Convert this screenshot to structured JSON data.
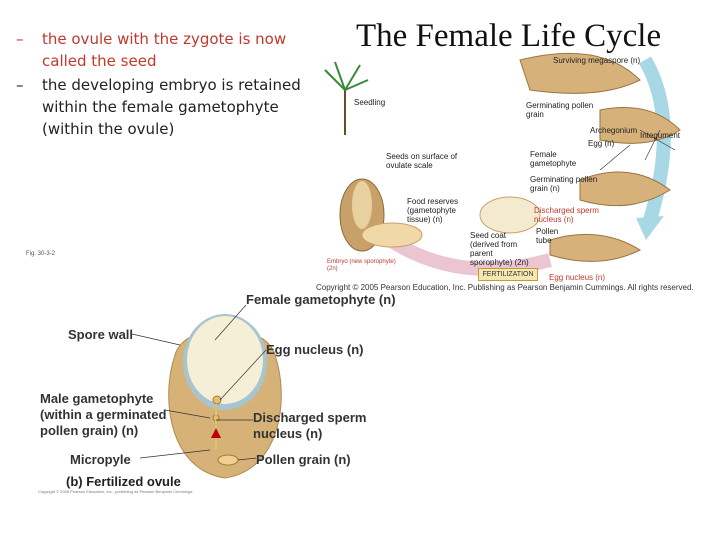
{
  "bullets": [
    {
      "text": "the ovule with the zygote is now called the seed",
      "dash": "–"
    },
    {
      "text": "the  developing embryo is retained within the female gametophyte (within the ovule)",
      "dash": "–"
    }
  ],
  "title": "The Female Life Cycle",
  "labels_top": {
    "surviving": "Surviving megaspore (n)",
    "seedling": "Seedling",
    "germinating": "Germinating pollen grain",
    "archegonium": "Archegonium",
    "integument": "Integument",
    "egg": "Egg (n)",
    "female_gam": "Female gametophyte",
    "seeds": "Seeds on surface of ovulate scale",
    "germ_n": "Germinating pollen grain (n)",
    "food": "Food reserves (gametophyte tissue) (n)",
    "discharged": "Discharged sperm nucleus (n)",
    "pollen_tube": "Pollen tube",
    "seed_coat": "Seed coat (derived from parent sporophyte) (2n)",
    "embryo": "Embryo (new sporophyte) (2n)",
    "fertilization": "FERTILIZATION",
    "egg_nucleus": "Egg nucleus (n)",
    "fig": "Fig. 30-3-2",
    "copyright": "Copyright © 2005 Pearson Education, Inc. Publishing as Pearson Benjamin Cummings. All rights reserved."
  },
  "labels_bottom": {
    "female_gam": "Female gametophyte (n)",
    "spore_wall": "Spore wall",
    "egg_nucleus": "Egg nucleus (n)",
    "male_gam": "Male gametophyte (within a germinated pollen grain) (n)",
    "discharged": "Discharged sperm nucleus (n)",
    "micropyle": "Micropyle",
    "pollen": "Pollen grain (n)",
    "caption": "(b) Fertilized ovule",
    "tiny": "Copyright © 2008 Pearson Education, Inc., publishing as Pearson Benjamin Cummings."
  },
  "colors": {
    "bullet1": "#c0392b",
    "cycle_arrow": "#a8d8e6",
    "ovule": "#d7b278",
    "gametophyte": "#f4ead0"
  }
}
